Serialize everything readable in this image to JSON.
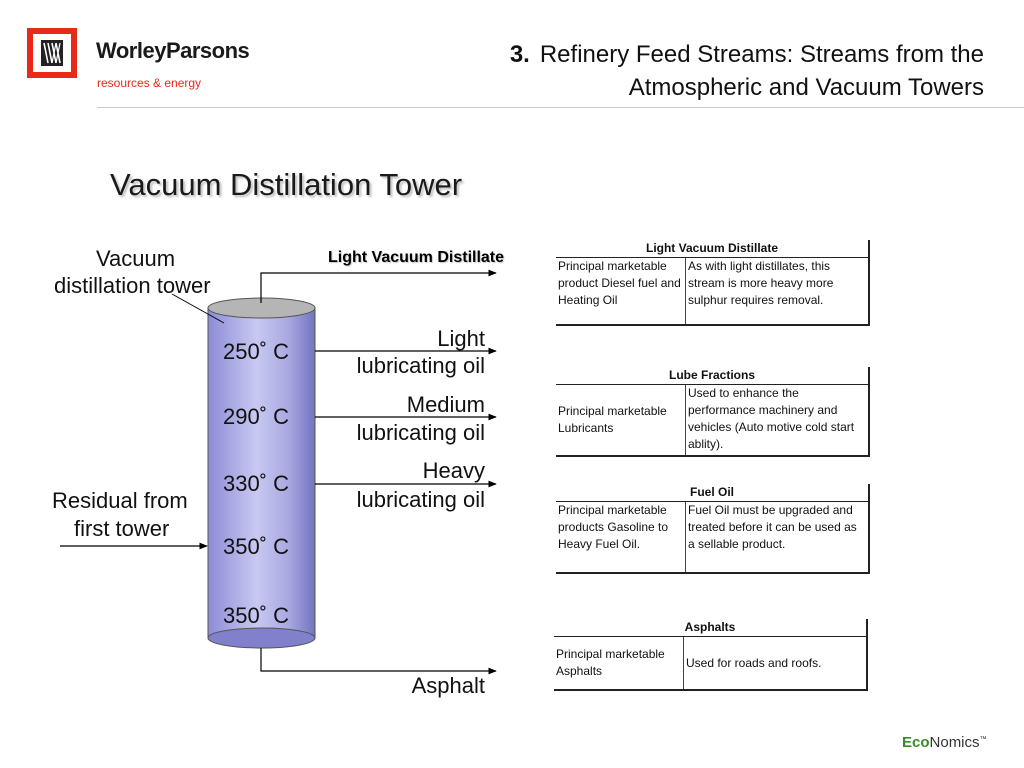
{
  "brand": {
    "name": "WorleyParsons",
    "tagline": "resources & energy",
    "logo_icon": "worleyparsons-logo-icon",
    "colors": {
      "brand_red": "#e8291c",
      "eco_green": "#3a8a2a"
    }
  },
  "header": {
    "number": "3.",
    "title_line1": "Refinery Feed Streams: Streams from the",
    "title_line2": "Atmospheric and Vacuum Towers"
  },
  "page_title": "Vacuum Distillation Tower",
  "diagram": {
    "tower_label_line1": "Vacuum",
    "tower_label_line2": "distillation tower",
    "top_stream_label": "Light Vacuum Distillate",
    "temperatures": [
      "250˚ C",
      "290˚ C",
      "330˚ C",
      "350˚ C",
      "350˚ C"
    ],
    "side_streams": [
      {
        "line1": "Light",
        "line2": "lubricating oil"
      },
      {
        "line1": "Medium",
        "line2": "lubricating oil"
      },
      {
        "line1": "Heavy",
        "line2": "lubricating oil"
      }
    ],
    "feed_line1": "Residual from",
    "feed_line2": "first tower",
    "bottom_stream_label": "Asphalt"
  },
  "tables": [
    {
      "header": "Light Vacuum Distillate",
      "col1": "Principal marketable product Diesel fuel and Heating Oil",
      "col2": "As with light distillates, this stream is more heavy more sulphur requires removal."
    },
    {
      "header": "Lube Fractions",
      "col1": "Principal marketable Lubricants",
      "col2": "Used to enhance the performance machinery and vehicles (Auto motive cold start ablity)."
    },
    {
      "header": "Fuel Oil",
      "col1": "Principal marketable products Gasoline to Heavy Fuel Oil.",
      "col2": "Fuel Oil must be upgraded and treated before it can be used as a sellable product."
    },
    {
      "header": "Asphalts",
      "col1": "Principal marketable Asphalts",
      "col2": "Used for roads and roofs."
    }
  ],
  "footer": {
    "eco_prefix": "Eco",
    "eco_suffix": "Nomics",
    "mark": "™"
  }
}
